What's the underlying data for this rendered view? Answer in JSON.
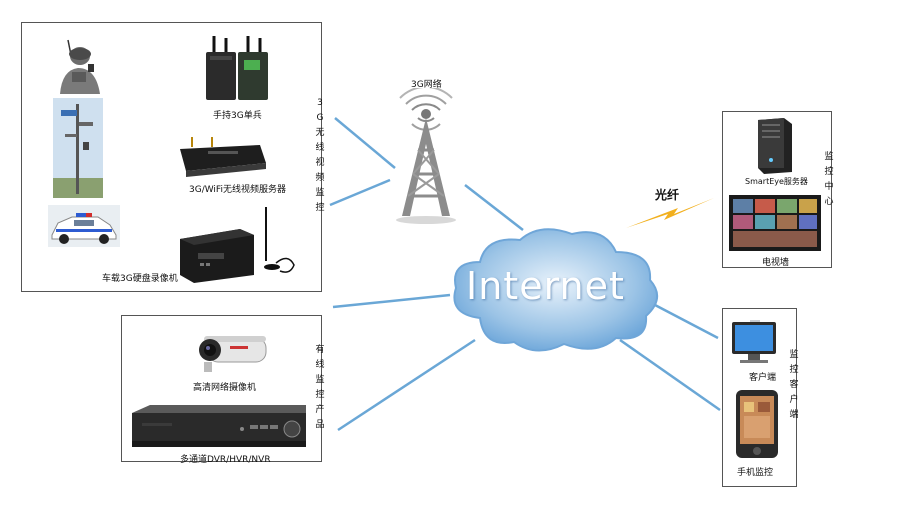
{
  "network": {
    "tower_label": "3G网络",
    "fiber_label": "光纤",
    "cloud_label": "Internet"
  },
  "wireless_group": {
    "side_label": "3G无线视频监控",
    "handheld_label": "手持3G单兵",
    "server_label": "3G/WiFi无线视频服务器",
    "vehicle_label": "车载3G硬盘录像机"
  },
  "wired_group": {
    "side_label": "有线监控产品",
    "camera_label": "高清网络摄像机",
    "dvr_label": "多通道DVR/HVR/NVR"
  },
  "center_group": {
    "side_label": "监控中心",
    "server_label": "SmartEye服务器",
    "tvwall_label": "电视墙"
  },
  "client_group": {
    "side_label": "监控客户端",
    "pc_label": "客户端",
    "mobile_label": "手机监控"
  },
  "colors": {
    "link_line": "#6aa7d6",
    "cloud": "#5b9bd5",
    "fiber_bolt": "#f2b01e"
  }
}
